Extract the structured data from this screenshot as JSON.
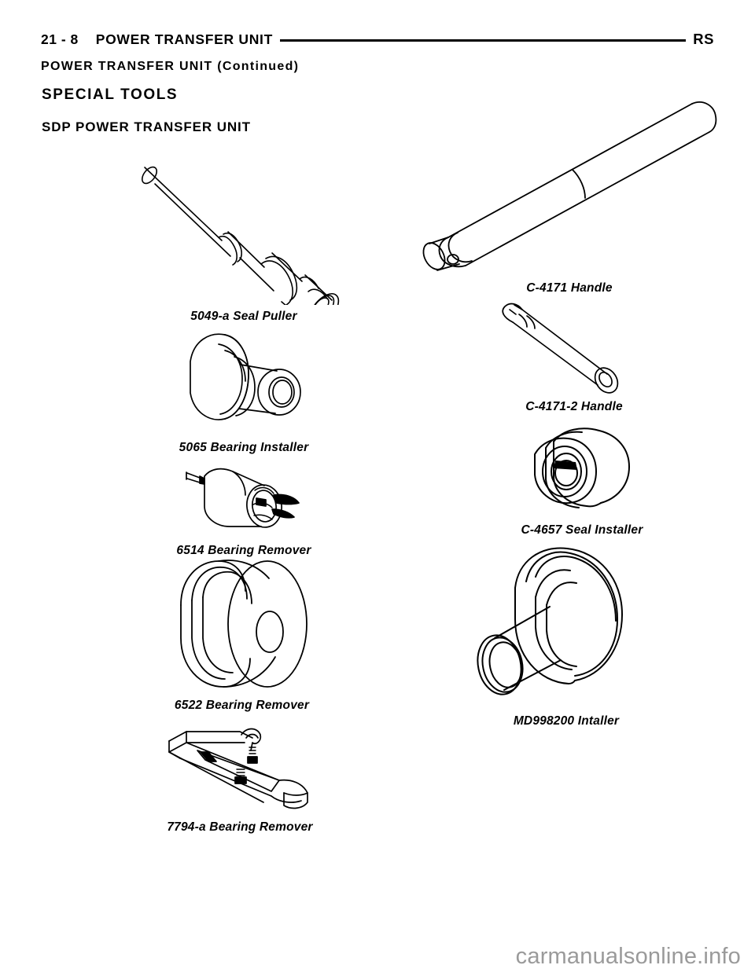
{
  "header": {
    "folio": "21 - 8",
    "section_title": "POWER TRANSFER UNIT",
    "book_code": "RS",
    "continued": "POWER TRANSFER UNIT  (Continued)"
  },
  "headings": {
    "special_tools": "SPECIAL TOOLS",
    "sdp": "SDP POWER TRANSFER UNIT"
  },
  "tools": {
    "left_column": [
      {
        "id": "5049",
        "caption": "5049-a Seal Puller",
        "icon": "seal-puller-illustration"
      },
      {
        "id": "5065",
        "caption": "5065 Bearing Installer",
        "icon": "bearing-installer-illustration"
      },
      {
        "id": "6514",
        "caption": "6514 Bearing Remover",
        "icon": "bearing-remover-collet-illustration"
      },
      {
        "id": "6522",
        "caption": "6522 Bearing Remover",
        "icon": "bearing-remover-disc-illustration"
      },
      {
        "id": "7794",
        "caption": "7794-a Bearing Remover",
        "icon": "bearing-remover-clamp-illustration"
      }
    ],
    "right_column": [
      {
        "id": "c4171",
        "caption": "C-4171 Handle",
        "icon": "handle-rod-illustration"
      },
      {
        "id": "c4171-2",
        "caption": "C-4171-2 Handle",
        "icon": "handle-extension-illustration"
      },
      {
        "id": "c4657",
        "caption": "C-4657 Seal Installer",
        "icon": "seal-installer-illustration"
      },
      {
        "id": "md998200",
        "caption": "MD998200 Intaller",
        "icon": "installer-flanged-illustration"
      }
    ]
  },
  "watermark": "carmanualsonline.info",
  "colors": {
    "ink": "#000000",
    "paper": "#ffffff",
    "watermark": "#9a9a9a"
  }
}
